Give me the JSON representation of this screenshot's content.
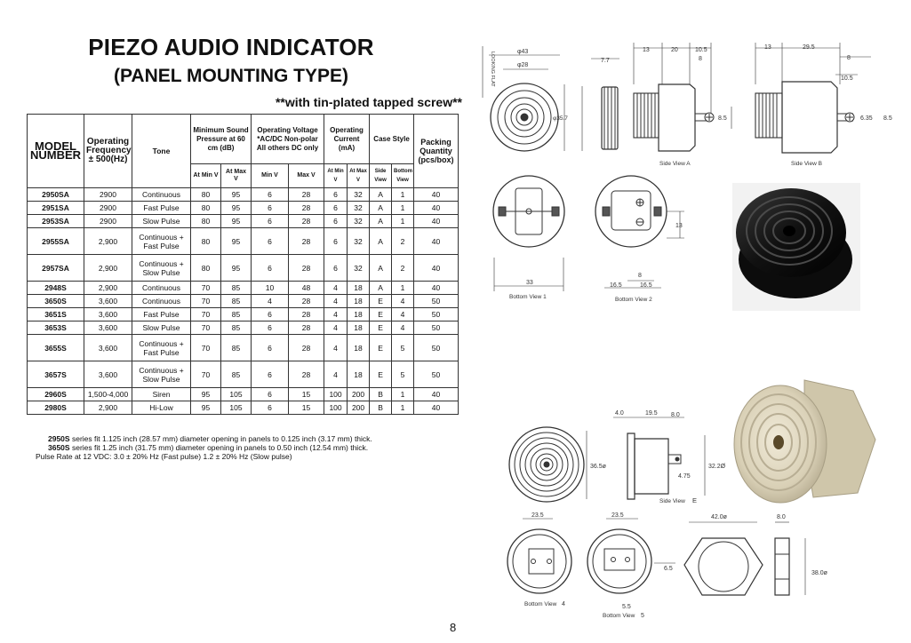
{
  "header": {
    "title_line1": "PIEZO AUDIO INDICATOR",
    "title_line2": "(PANEL MOUNTING TYPE)",
    "note": "**with tin-plated tapped screw**"
  },
  "table": {
    "col_model": "MODEL NUMBER",
    "col_freq": "Operating Frequency ± 500(Hz)",
    "col_tone": "Tone",
    "col_spl": "Minimum Sound Pressure at 60 cm (dB)",
    "col_voltage": "Operating Voltage *AC/DC Non-polar All others DC only",
    "col_current": "Operating Current (mA)",
    "col_case": "Case Style",
    "col_packing": "Packing Quantity (pcs/box)",
    "sub_spl_min": "At Min V",
    "sub_spl_max": "At Max V",
    "sub_volt_min": "Min V",
    "sub_volt_max": "Max V",
    "sub_cur_min": "At Min V",
    "sub_cur_max": "At Max V",
    "sub_case_side": "Side View",
    "sub_case_bottom": "Bottom View",
    "rows": [
      {
        "model": "2950SA",
        "freq": "2900",
        "tone": "Continuous",
        "spl_min": "80",
        "spl_max": "95",
        "v_min": "6",
        "v_max": "28",
        "i_min": "6",
        "i_max": "32",
        "side": "A",
        "bottom": "1",
        "pack": "40"
      },
      {
        "model": "2951SA",
        "freq": "2900",
        "tone": "Fast Pulse",
        "spl_min": "80",
        "spl_max": "95",
        "v_min": "6",
        "v_max": "28",
        "i_min": "6",
        "i_max": "32",
        "side": "A",
        "bottom": "1",
        "pack": "40"
      },
      {
        "model": "2953SA",
        "freq": "2900",
        "tone": "Slow Pulse",
        "spl_min": "80",
        "spl_max": "95",
        "v_min": "6",
        "v_max": "28",
        "i_min": "6",
        "i_max": "32",
        "side": "A",
        "bottom": "1",
        "pack": "40"
      },
      {
        "model": "2955SA",
        "freq": "2,900",
        "tone": "Continuous + Fast Pulse",
        "spl_min": "80",
        "spl_max": "95",
        "v_min": "6",
        "v_max": "28",
        "i_min": "6",
        "i_max": "32",
        "side": "A",
        "bottom": "2",
        "pack": "40"
      },
      {
        "model": "2957SA",
        "freq": "2,900",
        "tone": "Continuous + Slow Pulse",
        "spl_min": "80",
        "spl_max": "95",
        "v_min": "6",
        "v_max": "28",
        "i_min": "6",
        "i_max": "32",
        "side": "A",
        "bottom": "2",
        "pack": "40"
      },
      {
        "model": "2948S",
        "freq": "2,900",
        "tone": "Continuous",
        "spl_min": "70",
        "spl_max": "85",
        "v_min": "10",
        "v_max": "48",
        "i_min": "4",
        "i_max": "18",
        "side": "A",
        "bottom": "1",
        "pack": "40"
      },
      {
        "model": "3650S",
        "freq": "3,600",
        "tone": "Continuous",
        "spl_min": "70",
        "spl_max": "85",
        "v_min": "4",
        "v_max": "28",
        "i_min": "4",
        "i_max": "18",
        "side": "E",
        "bottom": "4",
        "pack": "50"
      },
      {
        "model": "3651S",
        "freq": "3,600",
        "tone": "Fast Pulse",
        "spl_min": "70",
        "spl_max": "85",
        "v_min": "6",
        "v_max": "28",
        "i_min": "4",
        "i_max": "18",
        "side": "E",
        "bottom": "4",
        "pack": "50"
      },
      {
        "model": "3653S",
        "freq": "3,600",
        "tone": "Slow Pulse",
        "spl_min": "70",
        "spl_max": "85",
        "v_min": "6",
        "v_max": "28",
        "i_min": "4",
        "i_max": "18",
        "side": "E",
        "bottom": "4",
        "pack": "50"
      },
      {
        "model": "3655S",
        "freq": "3,600",
        "tone": "Continuous + Fast Pulse",
        "spl_min": "70",
        "spl_max": "85",
        "v_min": "6",
        "v_max": "28",
        "i_min": "4",
        "i_max": "18",
        "side": "E",
        "bottom": "5",
        "pack": "50"
      },
      {
        "model": "3657S",
        "freq": "3,600",
        "tone": "Continuous + Slow Pulse",
        "spl_min": "70",
        "spl_max": "85",
        "v_min": "6",
        "v_max": "28",
        "i_min": "4",
        "i_max": "18",
        "side": "E",
        "bottom": "5",
        "pack": "50"
      },
      {
        "model": "2960S",
        "freq": "1,500-4,000",
        "tone": "Siren",
        "spl_min": "95",
        "spl_max": "105",
        "v_min": "6",
        "v_max": "15",
        "i_min": "100",
        "i_max": "200",
        "side": "B",
        "bottom": "1",
        "pack": "40"
      },
      {
        "model": "2980S",
        "freq": "2,900",
        "tone": "Hi-Low",
        "spl_min": "95",
        "spl_max": "105",
        "v_min": "6",
        "v_max": "15",
        "i_min": "100",
        "i_max": "200",
        "side": "B",
        "bottom": "1",
        "pack": "40"
      }
    ]
  },
  "footnotes": {
    "line1_model": "2950S",
    "line1_text": "series fit 1.125 inch (28.57 mm) diameter opening in panels to 0.125 inch (3.17 mm) thick.",
    "line2_model": "3650S",
    "line2_text": "series fit 1.25 inch (31.75 mm) diameter opening in panels to 0.50 inch (12.54 mm) thick.",
    "line3": "Pulse Rate at 12 VDC: 3.0 ± 20% Hz (Fast pulse) 1.2 ± 20% Hz (Slow pulse)"
  },
  "drawings": {
    "looking_flat": "LOOKING FLAT",
    "d43": "φ43",
    "d28": "φ28",
    "d357": "φ35.7",
    "a_13": "13",
    "a_20": "20",
    "a_105": "10.5",
    "a_77": "7.7",
    "a_8": "8",
    "a_85": "8.5",
    "side_a": "Side View A",
    "b_13": "13",
    "b_295": "29.5",
    "b_8": "8",
    "b_105": "10.5",
    "b_635": "6.35",
    "b_85": "8.5",
    "side_b": "Side View B",
    "bv1_33": "33",
    "bottom_1": "Bottom View 1",
    "bv2_13": "13",
    "bv2_8": "8",
    "bv2_165a": "16.5",
    "bv2_165b": "16.5",
    "bottom_2": "Bottom View 2",
    "e_40": "4.0",
    "e_195": "19.5",
    "e_80": "8.0",
    "e_365": "36.5ø",
    "e_322": "32.2Ø",
    "e_475": "4.75",
    "side_e": "Side View",
    "side_e_letter": "E",
    "bv4_235": "23.5",
    "bottom_4": "Bottom View",
    "bottom_4_num": "4",
    "bv5_235": "23.5",
    "bv5_65": "6.5",
    "bv5_55": "5.5",
    "bottom_5": "Bottom View",
    "bottom_5_num": "5",
    "n_420": "42.0ø",
    "n_80": "8.0",
    "n_380": "38.0ø"
  },
  "page_number": "8"
}
